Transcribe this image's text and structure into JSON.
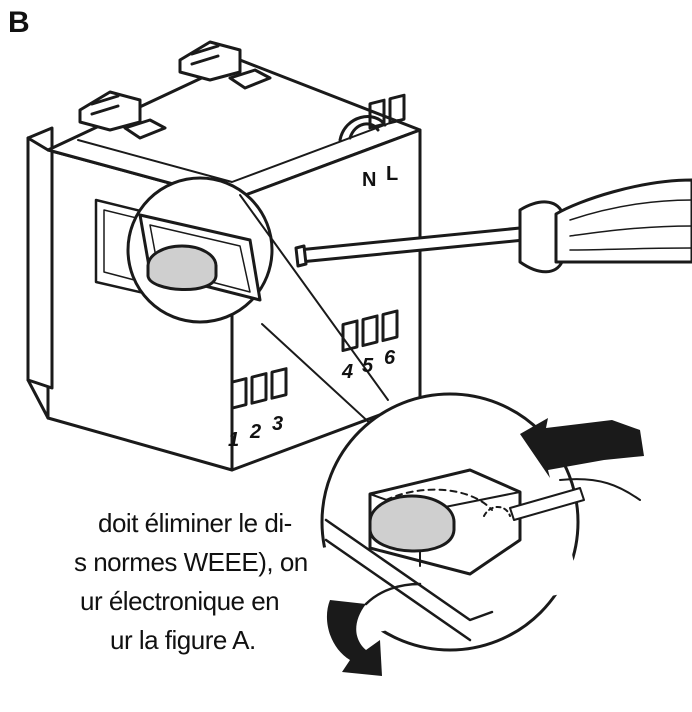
{
  "figure": {
    "label": "B",
    "terminals": {
      "neutral": "N",
      "live": "L",
      "t1": "1",
      "t2": "2",
      "t3": "3",
      "t4": "4",
      "t5": "5",
      "t6": "6"
    },
    "caption_lines": [
      "doit éliminer le di-",
      "s normes WEEE), on",
      "ur électronique en",
      "ur la figure A."
    ]
  },
  "colors": {
    "line": "#1a1a1a",
    "battery": "#cfcfcf",
    "background": "#ffffff"
  }
}
